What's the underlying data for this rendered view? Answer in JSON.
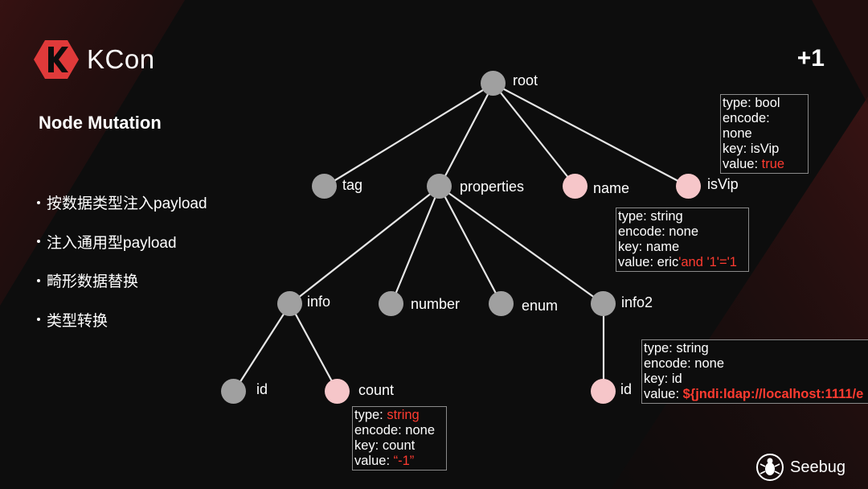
{
  "brand": {
    "logo_text": "KCon",
    "badge": "+1"
  },
  "slide": {
    "title": "Node Mutation"
  },
  "bullets": [
    "按数据类型注入payload",
    "注入通用型payload",
    "畸形数据替换",
    "类型转换"
  ],
  "tree": {
    "nodes": {
      "root": "root",
      "tag": "tag",
      "properties": "properties",
      "name": "name",
      "isVip": "isVip",
      "info": "info",
      "number": "number",
      "enum": "enum",
      "info2": "info2",
      "info_id": "id",
      "count": "count",
      "info2_id": "id"
    }
  },
  "boxes": {
    "isvip": {
      "type_label": "type: ",
      "type_val": "bool",
      "encode_label": "encode:",
      "encode_val": "none",
      "key": "key: isVip",
      "value_label": "value: ",
      "value_val": "true"
    },
    "name": {
      "type_label": "type: ",
      "type_val": "string",
      "encode": "encode: none",
      "key": "key: name",
      "value_label": "value: ",
      "value_plain": "eric",
      "value_red": "'and '1'='1"
    },
    "id": {
      "type_label": "type: ",
      "type_val": "string",
      "encode": "encode: none",
      "key": "key: id",
      "value_label": "value: ",
      "value_red": "${jndi:ldap://localhost:1111/e"
    },
    "count": {
      "type_label": "type: ",
      "type_val": "string",
      "encode": "encode: none",
      "key": "key: count",
      "value_label": "value: ",
      "value_red": "“-1”"
    }
  },
  "footer": {
    "brand": "Seebug"
  },
  "colors": {
    "background": "#0d0d0d",
    "accent_red": "#ff3b30",
    "node_gray": "#a0a0a0",
    "node_pink": "#f6c6c9",
    "logo_red": "#e03a3a"
  }
}
